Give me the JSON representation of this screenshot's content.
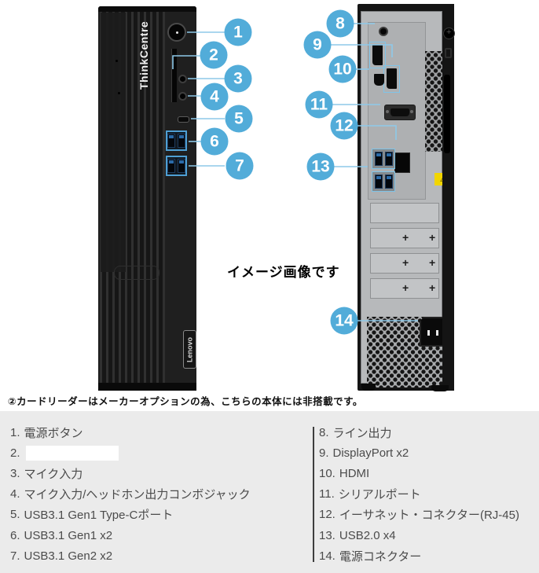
{
  "image_caption": "イメージ画像です",
  "option_note": "②カードリーダーはメーカーオプションの為、こちらの本体には非搭載です。",
  "front_view": {
    "brand_logo": "ThinkCentre",
    "lenovo_logo": "Lenovo"
  },
  "callouts": {
    "front": [
      "1",
      "2",
      "3",
      "4",
      "5",
      "6",
      "7"
    ],
    "back": [
      "8",
      "9",
      "10",
      "11",
      "12",
      "13",
      "14"
    ]
  },
  "colors": {
    "callout_blue": "#52acd9",
    "line_blue": "#8ec9e9",
    "port_highlight_blue": "#4e9fd4",
    "legend_background": "#ebebeb",
    "legend_text": "#4b4b4b",
    "warning_yellow": "#f2d500"
  },
  "legend": {
    "left": [
      {
        "num": "1.",
        "label": "電源ボタン",
        "redacted": false
      },
      {
        "num": "2.",
        "label": "",
        "redacted": true
      },
      {
        "num": "3.",
        "label": "マイク入力",
        "redacted": false
      },
      {
        "num": "4.",
        "label": "マイク入力/ヘッドホン出力コンボジャック",
        "redacted": false
      },
      {
        "num": "5.",
        "label": "USB3.1 Gen1 Type-Cポート",
        "redacted": false
      },
      {
        "num": "6.",
        "label": "USB3.1 Gen1 x2",
        "redacted": false
      },
      {
        "num": "7.",
        "label": "USB3.1 Gen2 x2",
        "redacted": false
      }
    ],
    "right": [
      {
        "num": "8.",
        "label": "ライン出力",
        "redacted": false
      },
      {
        "num": "9.",
        "label": "DisplayPort x2",
        "redacted": false
      },
      {
        "num": "10.",
        "label": "HDMI",
        "redacted": false
      },
      {
        "num": "11.",
        "label": "シリアルポート",
        "redacted": false
      },
      {
        "num": "12.",
        "label": "イーサネット・コネクター(RJ-45)",
        "redacted": false
      },
      {
        "num": "13.",
        "label": "USB2.0 x4",
        "redacted": false
      },
      {
        "num": "14.",
        "label": "電源コネクター",
        "redacted": false
      }
    ]
  }
}
